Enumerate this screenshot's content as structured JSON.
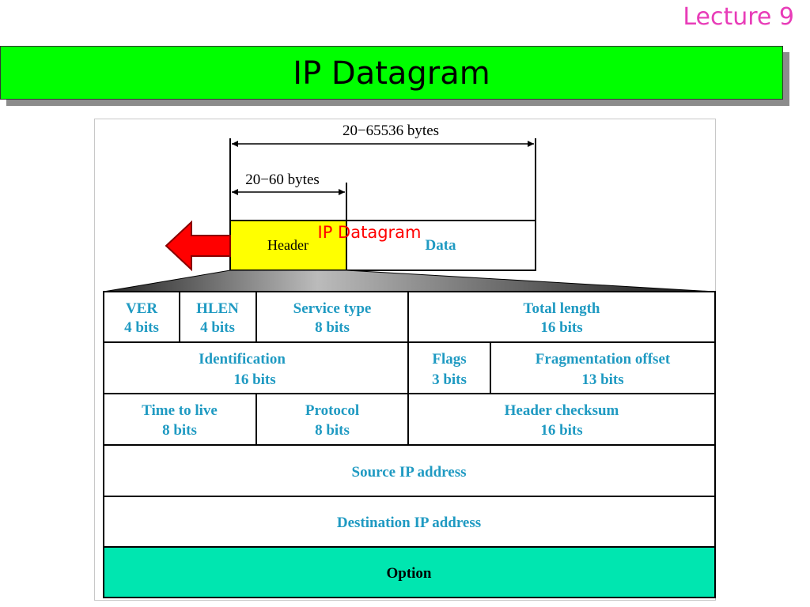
{
  "lecture_label": "Lecture 9",
  "slide_title": "IP Datagram",
  "figure": {
    "total_span_label": "20−65536 bytes",
    "header_span_label": "20−60 bytes",
    "header_box_label": "Header",
    "data_box_label": "Data",
    "overlay_caption": "IP Datagram",
    "colors": {
      "header_fill": "#ffff00",
      "arrow_fill": "#ff0000",
      "option_fill": "#00e6b0",
      "field_text": "#1f9ac2"
    },
    "rows": [
      {
        "cells": [
          {
            "name": "VER",
            "size": "4 bits"
          },
          {
            "name": "HLEN",
            "size": "4 bits"
          },
          {
            "name": "Service type",
            "size": "8 bits"
          },
          {
            "name": "Total length",
            "size": "16 bits"
          }
        ]
      },
      {
        "cells": [
          {
            "name": "Identification",
            "size": "16 bits"
          },
          {
            "name": "Flags",
            "size": "3 bits"
          },
          {
            "name": "Fragmentation offset",
            "size": "13 bits"
          }
        ]
      },
      {
        "cells": [
          {
            "name": "Time to live",
            "size": "8 bits"
          },
          {
            "name": "Protocol",
            "size": "8 bits"
          },
          {
            "name": "Header checksum",
            "size": "16 bits"
          }
        ]
      },
      {
        "cells": [
          {
            "name": "Source IP address"
          }
        ]
      },
      {
        "cells": [
          {
            "name": "Destination IP address"
          }
        ]
      },
      {
        "cells": [
          {
            "name": "Option"
          }
        ]
      }
    ]
  }
}
